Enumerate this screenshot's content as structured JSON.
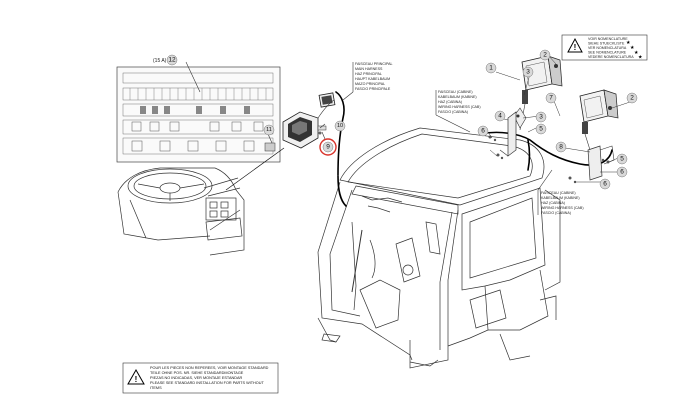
{
  "fuse_panel": {
    "ref_label": "(15 A)",
    "ref_number": "12"
  },
  "callouts": {
    "c1": "1",
    "c2a": "2",
    "c2b": "2",
    "c3a": "3",
    "c3b": "3",
    "c4": "4",
    "c5a": "5",
    "c5b": "5",
    "c6a": "6",
    "c6b": "6",
    "c7": "7",
    "c8": "8",
    "c9": "9",
    "c10": "10",
    "c11": "11"
  },
  "labels": {
    "main_harness": [
      "FAISCEAU PRINCIPAL",
      "MAIN HARNESS",
      "HAZ PRINCIPAL",
      "HAUPT KABELBAUM",
      "MAZO PRINCIPAL",
      "FASCIO PRINCIPALE"
    ],
    "cab_harness_top": [
      "FAISCEAU (CABINE)",
      "KABELBAUM (KABINE)",
      "HAZ (CABINA)",
      "WIRING HARNESS (CAB)",
      "FASCIO (CABINA)"
    ],
    "cab_harness_right": [
      "FAISCEAU (CABINE)",
      "KABELBAUM (KABINE)",
      "HAZ (CABINA)",
      "WIRING HARNESS (CAB)",
      "FASCIO (CABINA)"
    ]
  },
  "legend": {
    "lines": [
      "VOIR NOMENCLATURE",
      "SIEHE STUECKLISTE",
      "VER NOMENCLATURA",
      "SEE NOMENCLATURE",
      "VEDERE NOMENCLATURA"
    ]
  },
  "footnote": {
    "lines": [
      "POUR LES PIECES NON REPEREES, VOIR MONTAGE STANDARD",
      "TEILE OHNE POS. NR. SIEHE STANDARDMONTAGE",
      "PIEZAS NO INDICADAS, VER MONTAJE ESTANDAR",
      "PLEASE SEE STANDARD INSTALLATION FOR PARTS WITHOUT",
      "ITEMS"
    ]
  },
  "colors": {
    "callout_fill": "#d9d9d9",
    "highlight_ring": "#d9342b",
    "line": "#333333"
  }
}
